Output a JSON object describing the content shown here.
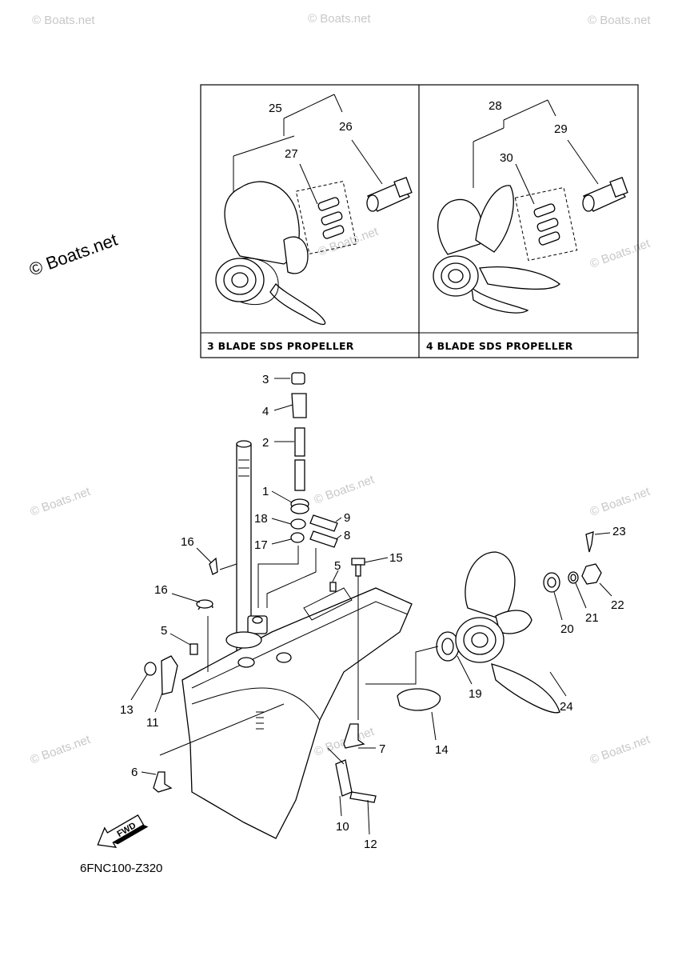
{
  "watermark": "© Boats.net",
  "panels": {
    "three_blade_caption": "3 BLADE SDS PROPELLER",
    "four_blade_caption": "4 BLADE SDS PROPELLER"
  },
  "callouts": {
    "c1": "1",
    "c2": "2",
    "c3": "3",
    "c4": "4",
    "c5a": "5",
    "c5b": "5",
    "c6": "6",
    "c7": "7",
    "c8": "8",
    "c9": "9",
    "c10": "10",
    "c11": "11",
    "c12": "12",
    "c13": "13",
    "c14": "14",
    "c15": "15",
    "c16a": "16",
    "c16b": "16",
    "c17": "17",
    "c18": "18",
    "c19": "19",
    "c20": "20",
    "c21": "21",
    "c22": "22",
    "c23": "23",
    "c24": "24",
    "c25": "25",
    "c26": "26",
    "c27": "27",
    "c28": "28",
    "c29": "29",
    "c30": "30"
  },
  "fwd_label": "FWD",
  "diagram_code": "6FNC100-Z320"
}
